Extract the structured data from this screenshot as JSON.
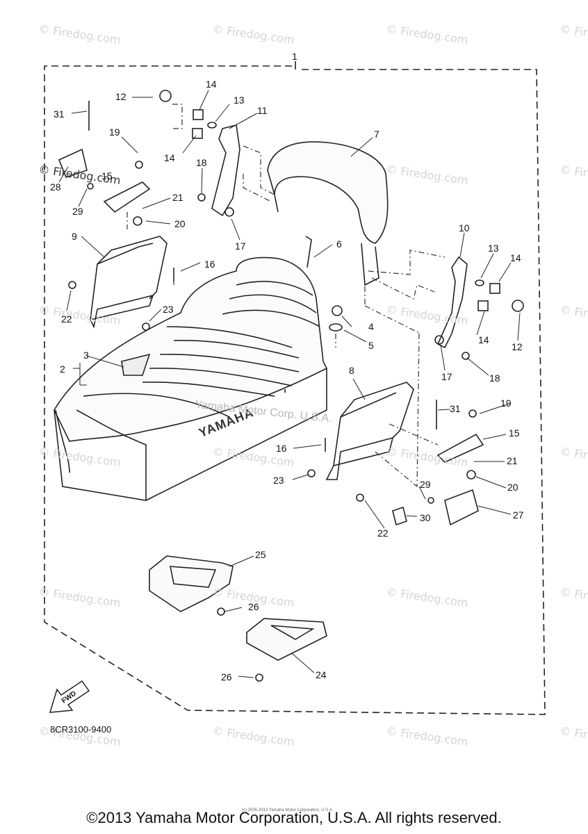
{
  "watermark": {
    "text": "© Firedog.com",
    "text_dark": "© Firedog.com"
  },
  "callouts": [
    {
      "id": "c1",
      "label": "1"
    },
    {
      "id": "c2",
      "label": "2"
    },
    {
      "id": "c3",
      "label": "3"
    },
    {
      "id": "c4",
      "label": "4"
    },
    {
      "id": "c5",
      "label": "5"
    },
    {
      "id": "c6",
      "label": "6"
    },
    {
      "id": "c7",
      "label": "7"
    },
    {
      "id": "c8",
      "label": "8"
    },
    {
      "id": "c9",
      "label": "9"
    },
    {
      "id": "c10",
      "label": "10"
    },
    {
      "id": "c11",
      "label": "11"
    },
    {
      "id": "c12a",
      "label": "12"
    },
    {
      "id": "c12b",
      "label": "12"
    },
    {
      "id": "c13a",
      "label": "13"
    },
    {
      "id": "c13b",
      "label": "13"
    },
    {
      "id": "c14a",
      "label": "14"
    },
    {
      "id": "c14b",
      "label": "14"
    },
    {
      "id": "c14c",
      "label": "14"
    },
    {
      "id": "c14d",
      "label": "14"
    },
    {
      "id": "c15a",
      "label": "15"
    },
    {
      "id": "c15b",
      "label": "15"
    },
    {
      "id": "c16a",
      "label": "16"
    },
    {
      "id": "c16b",
      "label": "16"
    },
    {
      "id": "c17a",
      "label": "17"
    },
    {
      "id": "c17b",
      "label": "17"
    },
    {
      "id": "c18a",
      "label": "18"
    },
    {
      "id": "c18b",
      "label": "18"
    },
    {
      "id": "c19a",
      "label": "19"
    },
    {
      "id": "c19b",
      "label": "19"
    },
    {
      "id": "c20a",
      "label": "20"
    },
    {
      "id": "c20b",
      "label": "20"
    },
    {
      "id": "c21a",
      "label": "21"
    },
    {
      "id": "c21b",
      "label": "21"
    },
    {
      "id": "c22a",
      "label": "22"
    },
    {
      "id": "c22b",
      "label": "22"
    },
    {
      "id": "c23a",
      "label": "23"
    },
    {
      "id": "c23b",
      "label": "23"
    },
    {
      "id": "c24",
      "label": "24"
    },
    {
      "id": "c25",
      "label": "25"
    },
    {
      "id": "c26a",
      "label": "26"
    },
    {
      "id": "c26b",
      "label": "26"
    },
    {
      "id": "c27",
      "label": "27"
    },
    {
      "id": "c28",
      "label": "28"
    },
    {
      "id": "c29a",
      "label": "29"
    },
    {
      "id": "c29b",
      "label": "29"
    },
    {
      "id": "c30",
      "label": "30"
    },
    {
      "id": "c31a",
      "label": "31"
    },
    {
      "id": "c31b",
      "label": "31"
    }
  ],
  "fwd_label": "FWD",
  "seat_logo": "YAMAHA",
  "middle_watermark": "Yamaha Motor Corp. U.S.A.",
  "part_code": "8CR3100-9400",
  "fine_print": "(c) 2005-2013 Yamaha Motor Corporation, U.S.A.",
  "copyright": "©2013 Yamaha Motor Corporation, U.S.A. All rights reserved."
}
